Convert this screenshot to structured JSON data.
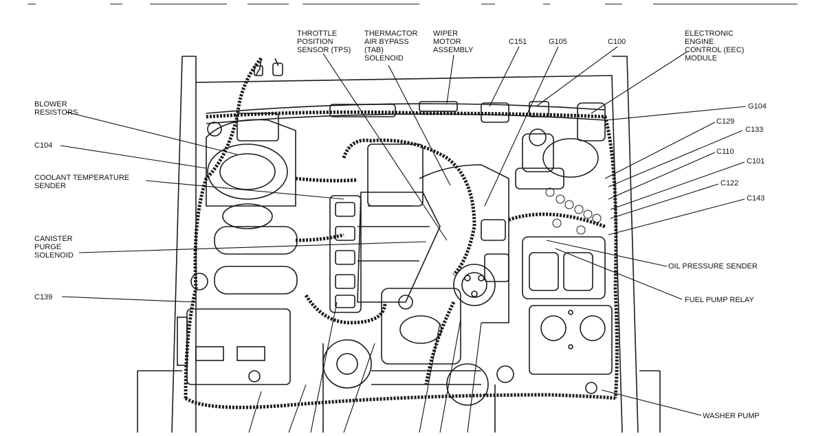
{
  "diagram": {
    "labels": {
      "throttle_position_sensor": [
        "THROTTLE",
        "POSITION",
        "SENSOR (TPS)"
      ],
      "thermactor_air_bypass": [
        "THERMACTOR",
        "AIR BYPASS",
        "(TAB)",
        "SOLENOID"
      ],
      "wiper_motor_assembly": [
        "WIPER",
        "MOTOR",
        "ASSEMBLY"
      ],
      "c151": "C151",
      "g105": "G105",
      "c100": "C100",
      "eec_module": [
        "ELECTRONIC",
        "ENGINE",
        "CONTROL (EEC)",
        "MODULE"
      ],
      "blower_resistors": [
        "BLOWER",
        "RESISTORS"
      ],
      "g104": "G104",
      "c129": "C129",
      "c133": "C133",
      "c104": "C104",
      "c110": "C110",
      "c101": "C101",
      "coolant_temperature_sender": [
        "COOLANT TEMPERATURE",
        "SENDER"
      ],
      "c122": "C122",
      "c143": "C143",
      "canister_purge_solenoid": [
        "CANISTER",
        "PURGE",
        "SOLENOID"
      ],
      "oil_pressure_sender": "OIL PRESSURE SENDER",
      "c139": "C139",
      "fuel_pump_relay": "FUEL PUMP RELAY",
      "washer_pump": "WASHER PUMP"
    }
  }
}
